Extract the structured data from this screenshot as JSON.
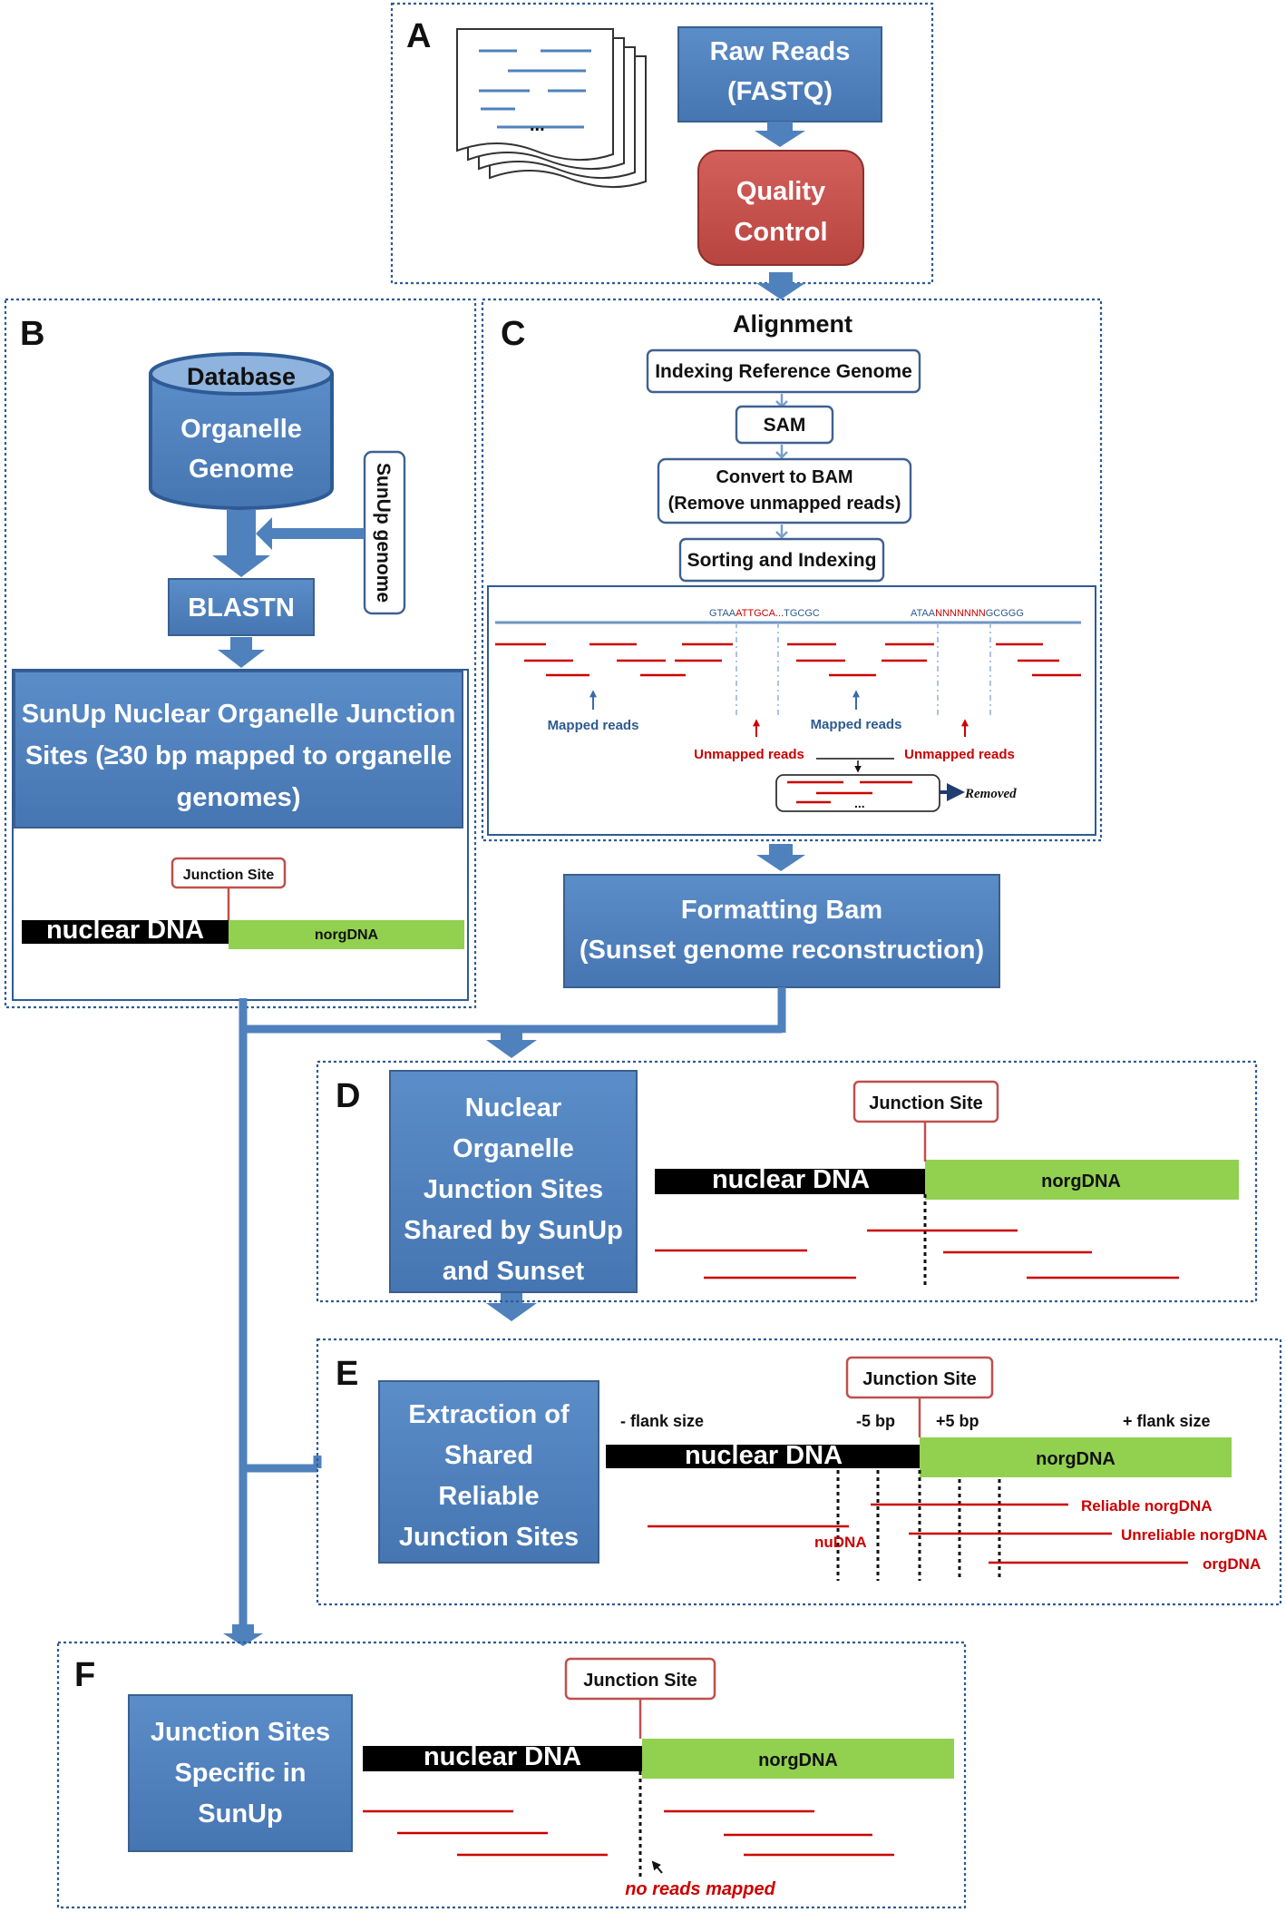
{
  "panels": {
    "a": {
      "letter": "A"
    },
    "b": {
      "letter": "B"
    },
    "c": {
      "letter": "C"
    },
    "d": {
      "letter": "D"
    },
    "e": {
      "letter": "E"
    },
    "f": {
      "letter": "F"
    }
  },
  "raw_reads": {
    "line1": "Raw Reads",
    "line2": "(FASTQ)"
  },
  "files_ellipsis": "...",
  "quality_control": {
    "line1": "Quality",
    "line2": "Control"
  },
  "database": {
    "header": "Database",
    "line1": "Organelle",
    "line2": "Genome"
  },
  "sunup_genome": "SunUp genome",
  "blastn": "BLASTN",
  "sunup_sites": {
    "line1": "SunUp Nuclear Organelle Junction",
    "line2": "Sites (≥30 bp mapped to organelle",
    "line3": "genomes)"
  },
  "alignment": {
    "title": "Alignment",
    "indexing": "Indexing Reference Genome",
    "sam": "SAM",
    "convert_line1": "Convert to BAM",
    "convert_line2": "(Remove unmapped reads)",
    "sorting": "Sorting and Indexing"
  },
  "reads_figure": {
    "seq1_blue_a": "GTAA",
    "seq1_red": "ATTGCA...",
    "seq1_blue_b": "TGCGC",
    "seq2_blue_a": "ATAA",
    "seq2_red": "NNNNNNN",
    "seq2_blue_b": "GCGGG",
    "mapped_reads_1": "Mapped reads",
    "mapped_reads_2": "Mapped reads",
    "unmapped_reads_1": "Unmapped reads",
    "unmapped_reads_2": "Unmapped reads",
    "removed_ellipsis": "...",
    "removed": "Removed"
  },
  "formatting_bam": {
    "line1": "Formatting Bam",
    "line2": "(Sunset genome reconstruction)"
  },
  "junction_site": "Junction Site",
  "nuclear_dna": "nuclear DNA",
  "norg_dna": "norgDNA",
  "shared_sites": {
    "line1": "Nuclear",
    "line2": "Organelle",
    "line3": "Junction Sites",
    "line4": "Shared by SunUp",
    "line5": "and Sunset"
  },
  "extraction": {
    "line1": "Extraction of",
    "line2": "Shared",
    "line3": "Reliable",
    "line4": "Junction Sites"
  },
  "flank": {
    "minus_flank": "- flank size",
    "minus5": "-5 bp",
    "plus5": "+5 bp",
    "plus_flank": "+ flank size"
  },
  "read_classes": {
    "reliable": "Reliable norgDNA",
    "unreliable": "Unreliable norgDNA",
    "org": "orgDNA",
    "nu": "nuDNA"
  },
  "specific": {
    "line1": "Junction Sites",
    "line2": "Specific in",
    "line3": "SunUp"
  },
  "no_reads": "no reads mapped",
  "colors": {
    "blue_box": "#4f81bd",
    "qc_red": "#c0504d",
    "norg_green": "#92d050",
    "read_red": "#cc0000",
    "panel_border": "#2e5b96"
  }
}
